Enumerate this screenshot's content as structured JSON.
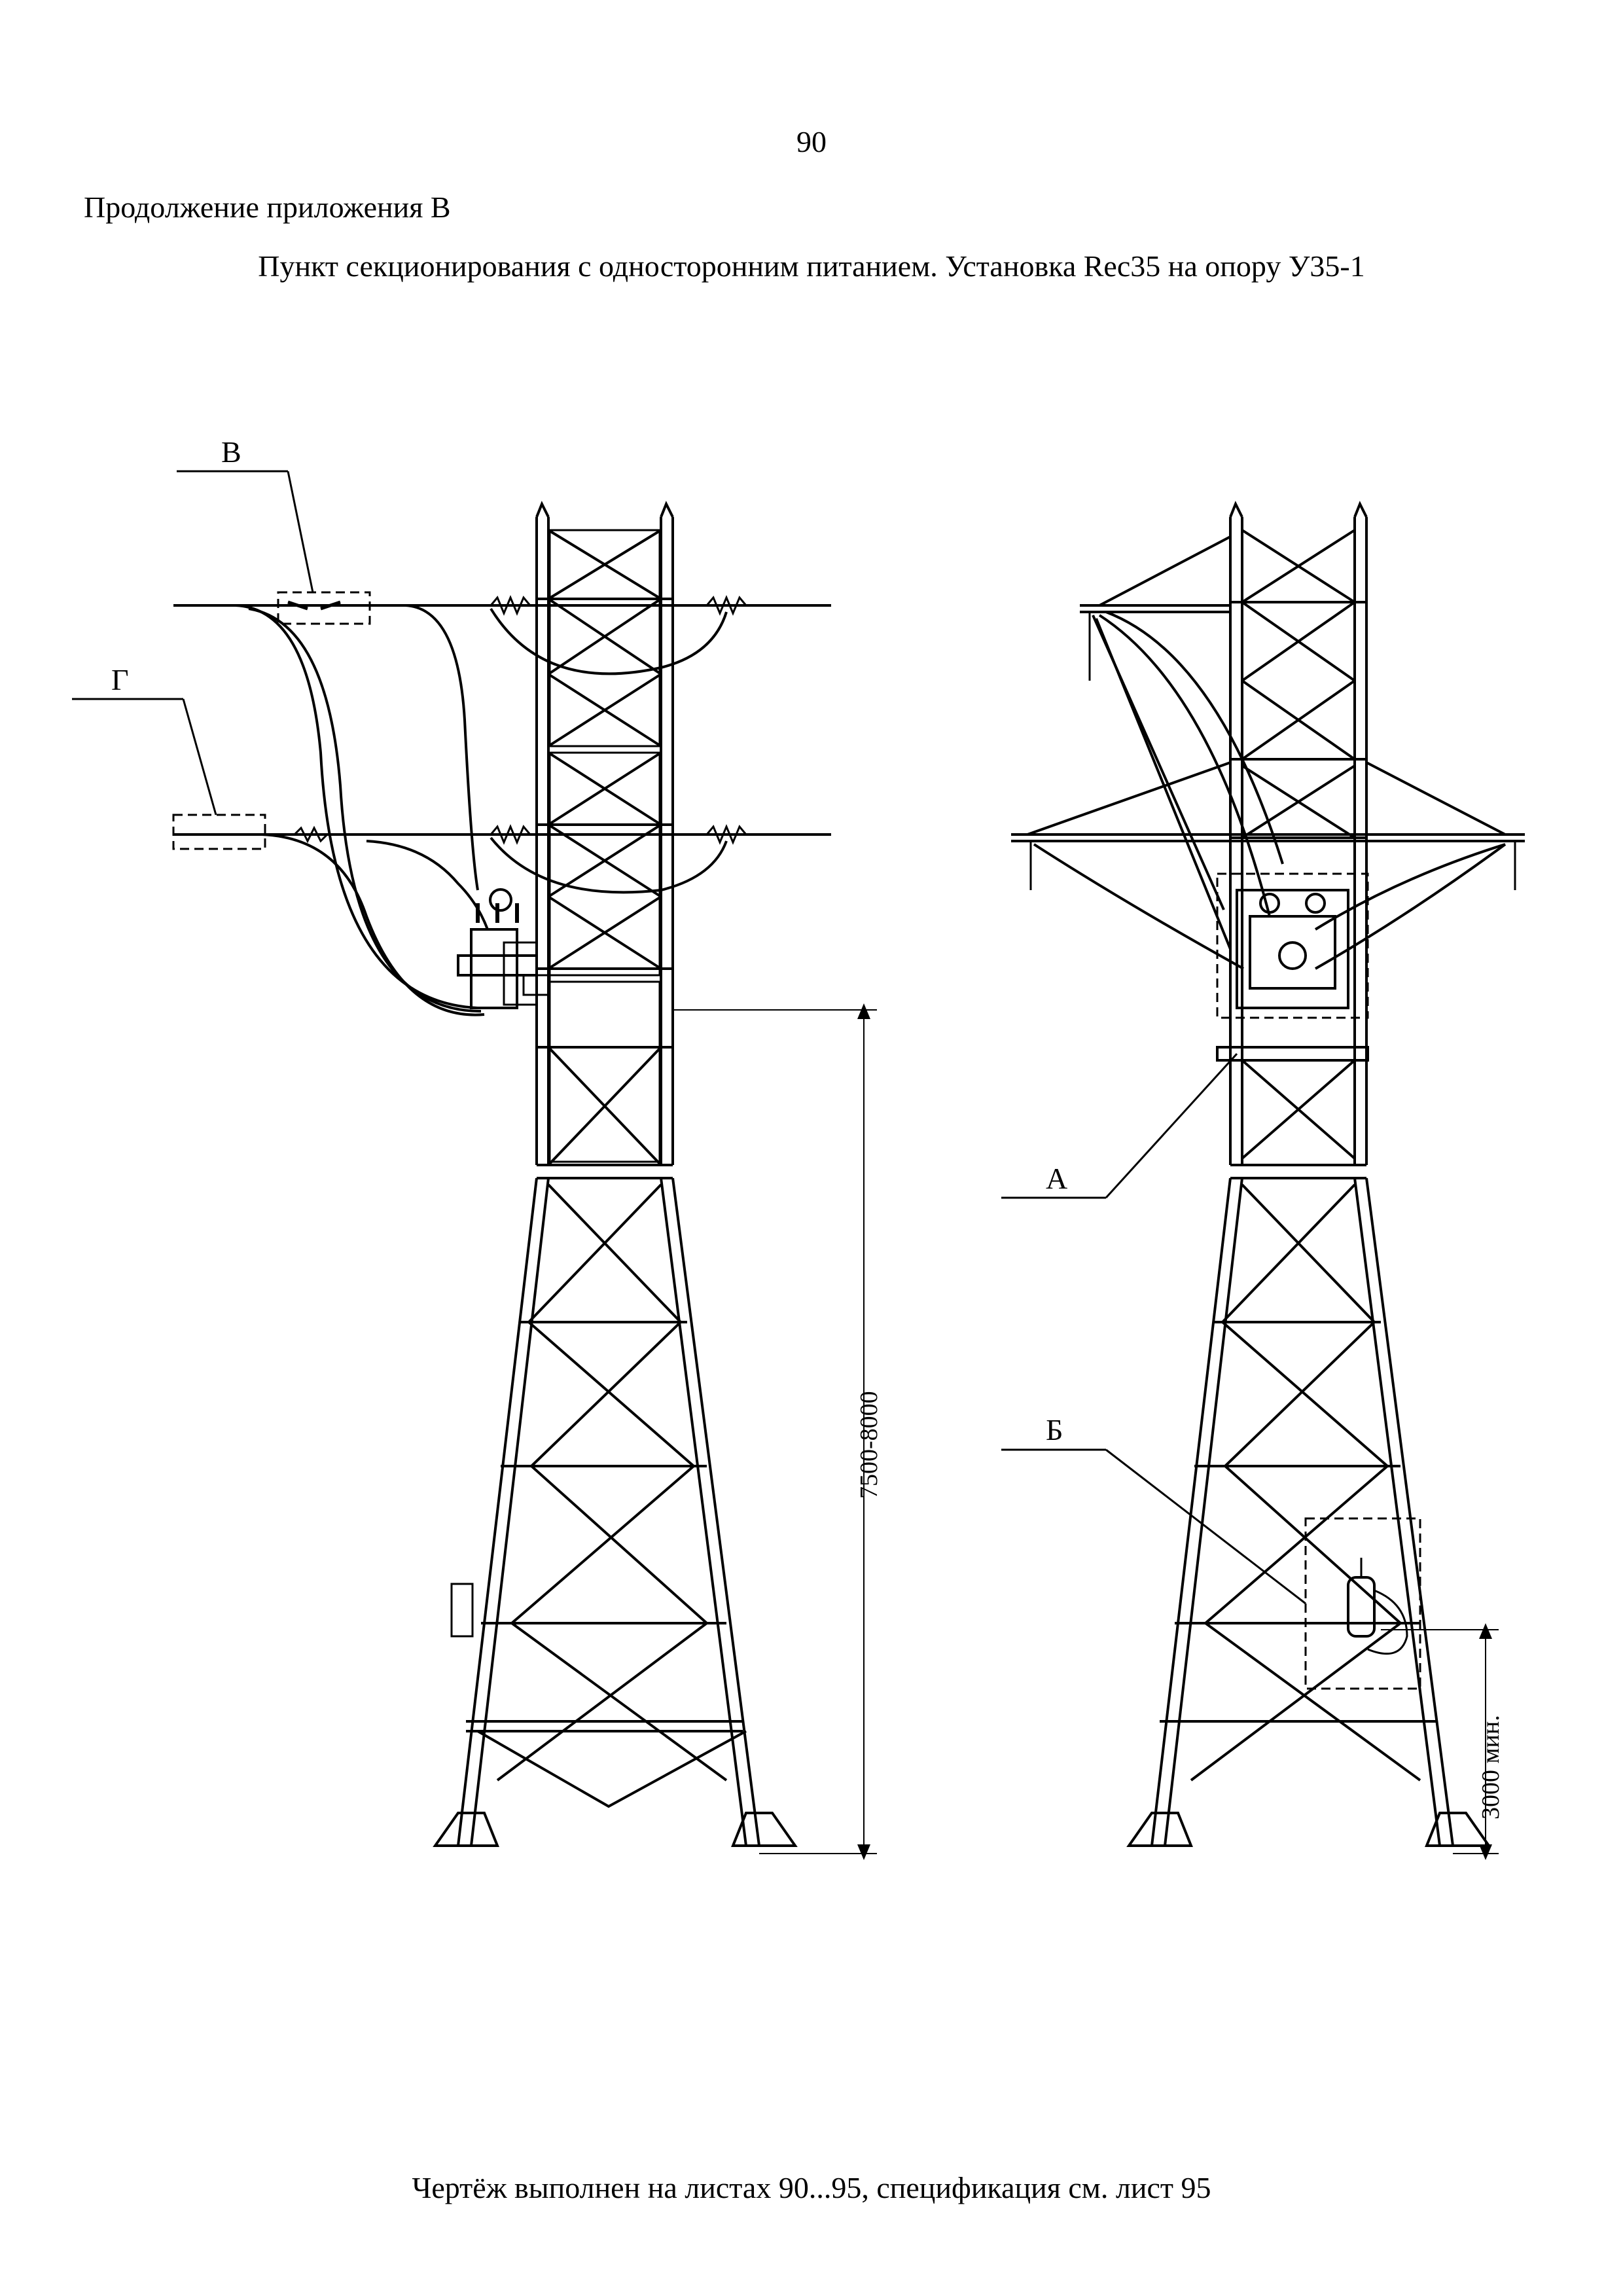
{
  "page_number": "90",
  "appendix_label": "Продолжение приложения В",
  "title": "Пункт секционирования с односторонним питанием. Установка Rec35  на опору У35-1",
  "footer": "Чертёж выполнен на листах 90...95, спецификация см. лист 95",
  "callouts": {
    "v": "В",
    "g": "Г",
    "a": "А",
    "b": "Б"
  },
  "dimensions": {
    "height_range": "7500-8000",
    "min_height": "3000 мин."
  }
}
